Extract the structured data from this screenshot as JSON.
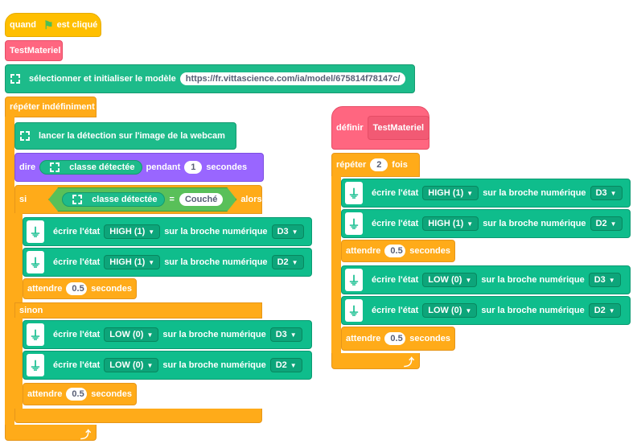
{
  "event": {
    "when": "quand",
    "clicked": "est cliqué",
    "flag_icon": "green-flag-icon"
  },
  "main_call": {
    "name": "TestMateriel"
  },
  "init_model": {
    "label": "sélectionner et initialiser le modèle",
    "url": "https://fr.vittascience.com/ia/model/675814f78147c/"
  },
  "forever": {
    "label": "répéter indéfiniment"
  },
  "detect": {
    "label": "lancer la détection sur l'image de la webcam"
  },
  "say": {
    "label": "dire",
    "reporter": "classe détectée",
    "during": "pendant",
    "seconds_value": "1",
    "seconds": "secondes"
  },
  "if_block": {
    "si": "si",
    "reporter": "classe détectée",
    "op": "=",
    "value": "Couché",
    "then": "alors",
    "else": "sinon",
    "then_writes": [
      {
        "write": "écrire l'état",
        "state": "HIGH (1)",
        "on_pin": "sur la broche numérique",
        "pin": "D3"
      },
      {
        "write": "écrire l'état",
        "state": "HIGH (1)",
        "on_pin": "sur la broche numérique",
        "pin": "D2"
      }
    ],
    "then_wait": {
      "label": "attendre",
      "value": "0.5",
      "unit": "secondes"
    },
    "else_writes": [
      {
        "write": "écrire l'état",
        "state": "LOW (0)",
        "on_pin": "sur la broche numérique",
        "pin": "D3"
      },
      {
        "write": "écrire l'état",
        "state": "LOW (0)",
        "on_pin": "sur la broche numérique",
        "pin": "D2"
      }
    ],
    "else_wait": {
      "label": "attendre",
      "value": "0.5",
      "unit": "secondes"
    }
  },
  "define": {
    "label": "définir",
    "name": "TestMateriel",
    "repeat": {
      "label": "répéter",
      "count": "2",
      "times": "fois"
    },
    "writes_high": [
      {
        "write": "écrire l'état",
        "state": "HIGH (1)",
        "on_pin": "sur la broche numérique",
        "pin": "D3"
      },
      {
        "write": "écrire l'état",
        "state": "HIGH (1)",
        "on_pin": "sur la broche numérique",
        "pin": "D2"
      }
    ],
    "wait1": {
      "label": "attendre",
      "value": "0.5",
      "unit": "secondes"
    },
    "writes_low": [
      {
        "write": "écrire l'état",
        "state": "LOW (0)",
        "on_pin": "sur la broche numérique",
        "pin": "D3"
      },
      {
        "write": "écrire l'état",
        "state": "LOW (0)",
        "on_pin": "sur la broche numérique",
        "pin": "D2"
      }
    ],
    "wait2": {
      "label": "attendre",
      "value": "0.5",
      "unit": "secondes"
    }
  },
  "icons": {
    "loop_arrow": "loop-arrow-icon",
    "usb": "usb-icon",
    "camera_frame": "focus-frame-icon"
  },
  "colors": {
    "events": "#ffbf00",
    "control": "#ffab19",
    "ai": "#1dbb8a",
    "pins": "#0fbd8c",
    "display": "#9966ff",
    "functions": "#ff6680",
    "operators": "#59c059"
  }
}
